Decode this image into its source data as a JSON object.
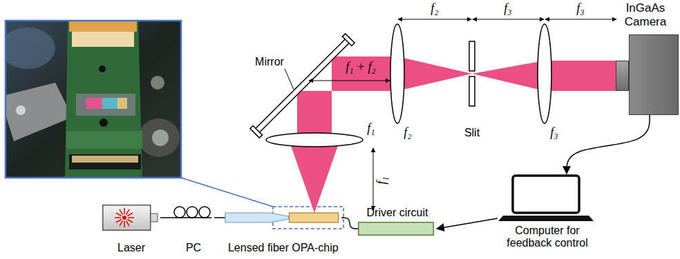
{
  "diagram": {
    "nodes": [
      {
        "text": [
          "InGaAs Camera"
        ]
      },
      {
        "text": [
          "Computer for feedback control"
        ]
      },
      {
        "text": [
          "Laser"
        ]
      },
      {
        "text": [
          "PC"
        ]
      },
      {
        "text": [
          "Lensed fiber"
        ]
      },
      {
        "text": [
          "OPA-chip"
        ]
      },
      {
        "text": [
          "Driver circuit"
        ]
      }
    ],
    "edges": [
      {
        "from": 0,
        "to": 1,
        "arrow": "to"
      },
      {
        "from": 1,
        "to": 6,
        "arrow": "to"
      },
      {
        "from": 2,
        "to": 3,
        "arrow": "none"
      },
      {
        "from": 3,
        "to": 4,
        "arrow": "none"
      },
      {
        "from": 5,
        "to": 6,
        "arrow": "none"
      }
    ],
    "labels": [
      "Mirror",
      "f₁ + f₂",
      "f₂",
      "f₃",
      "f₃",
      "f₂",
      "Slit",
      "f₃",
      "f₁",
      "f₁"
    ]
  }
}
